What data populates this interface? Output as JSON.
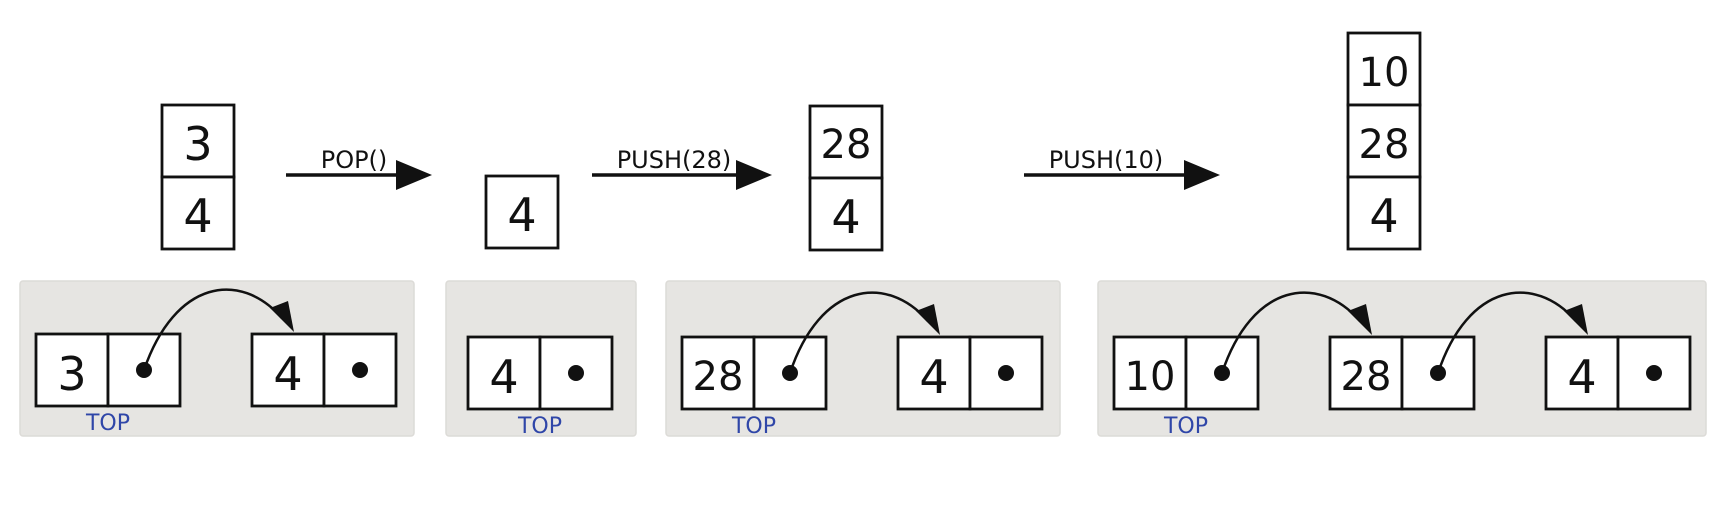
{
  "operations": [
    {
      "label": "POP()"
    },
    {
      "label": "PUSH(28)"
    },
    {
      "label": "PUSH(10)"
    }
  ],
  "stacks": [
    {
      "cells": [
        "3",
        "4"
      ]
    },
    {
      "cells": [
        "4"
      ]
    },
    {
      "cells": [
        "28",
        "4"
      ]
    },
    {
      "cells": [
        "10",
        "28",
        "4"
      ]
    }
  ],
  "lists": [
    {
      "nodes": [
        "3",
        "4"
      ],
      "top_label": "TOP"
    },
    {
      "nodes": [
        "4"
      ],
      "top_label": "TOP"
    },
    {
      "nodes": [
        "28",
        "4"
      ],
      "top_label": "TOP"
    },
    {
      "nodes": [
        "10",
        "28",
        "4"
      ],
      "top_label": "TOP"
    }
  ]
}
